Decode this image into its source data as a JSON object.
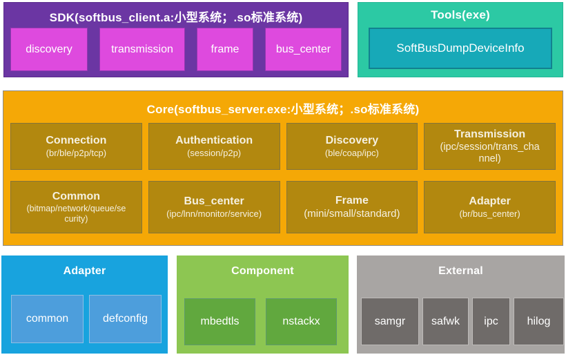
{
  "colors": {
    "sdk_bg": "#6B36A3",
    "sdk_module_bg": "#DE4ADE",
    "tools_bg": "#2CC9A4",
    "tools_module_bg": "#17A9B8",
    "core_bg": "#F5A806",
    "core_module_bg": "#B2880F",
    "adapter_bg": "#18A3DE",
    "adapter_module_bg": "#4D9EDC",
    "component_bg": "#8DC652",
    "component_module_bg": "#61A83E",
    "external_bg": "#A8A5A3",
    "external_module_bg": "#6F6B69",
    "text": "#FFFFFF"
  },
  "sdk": {
    "title": "SDK(softbus_client.a:小型系统；.so标准系统)",
    "modules": [
      "discovery",
      "transmission",
      "frame",
      "bus_center"
    ]
  },
  "tools": {
    "title": "Tools(exe)",
    "modules": [
      "SoftBusDumpDeviceInfo"
    ]
  },
  "core": {
    "title": "Core(softbus_server.exe:小型系统；.so标准系统)",
    "modules": [
      {
        "name": "Connection",
        "detail": "(br/ble/p2p/tcp)"
      },
      {
        "name": "Authentication",
        "detail": "(session/p2p)"
      },
      {
        "name": "Discovery",
        "detail": "(ble/coap/ipc)"
      },
      {
        "name": "Transmission",
        "detail": "(ipc/session/trans_channel)"
      },
      {
        "name": "Common",
        "detail": "(bitmap/network/queue/security)"
      },
      {
        "name": "Bus_center",
        "detail": "(ipc/lnn/monitor/service)"
      },
      {
        "name": "Frame",
        "detail": "(mini/small/standard)"
      },
      {
        "name": "Adapter",
        "detail": "(br/bus_center)"
      }
    ]
  },
  "adapter": {
    "title": "Adapter",
    "modules": [
      "common",
      "defconfig"
    ]
  },
  "component": {
    "title": "Component",
    "modules": [
      "mbedtls",
      "nstackx"
    ]
  },
  "external": {
    "title": "External",
    "modules": [
      "samgr",
      "safwk",
      "ipc",
      "hilog"
    ]
  }
}
